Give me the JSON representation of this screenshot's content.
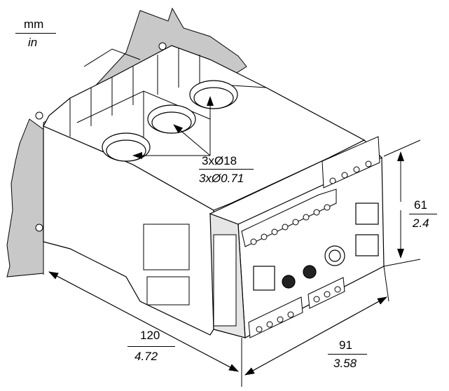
{
  "units": {
    "primary": "mm",
    "secondary": "in"
  },
  "dimensions": {
    "hole": {
      "mm": "3xØ18",
      "in": "3xØ0.71"
    },
    "height": {
      "mm": "61",
      "in": "2.4"
    },
    "depth": {
      "mm": "120",
      "in": "4.72"
    },
    "width": {
      "mm": "91",
      "in": "3.58"
    }
  },
  "colors": {
    "panel": "#c8c8c8",
    "line": "#000000",
    "body": "#ffffff",
    "shade": "#e6e6e6"
  }
}
